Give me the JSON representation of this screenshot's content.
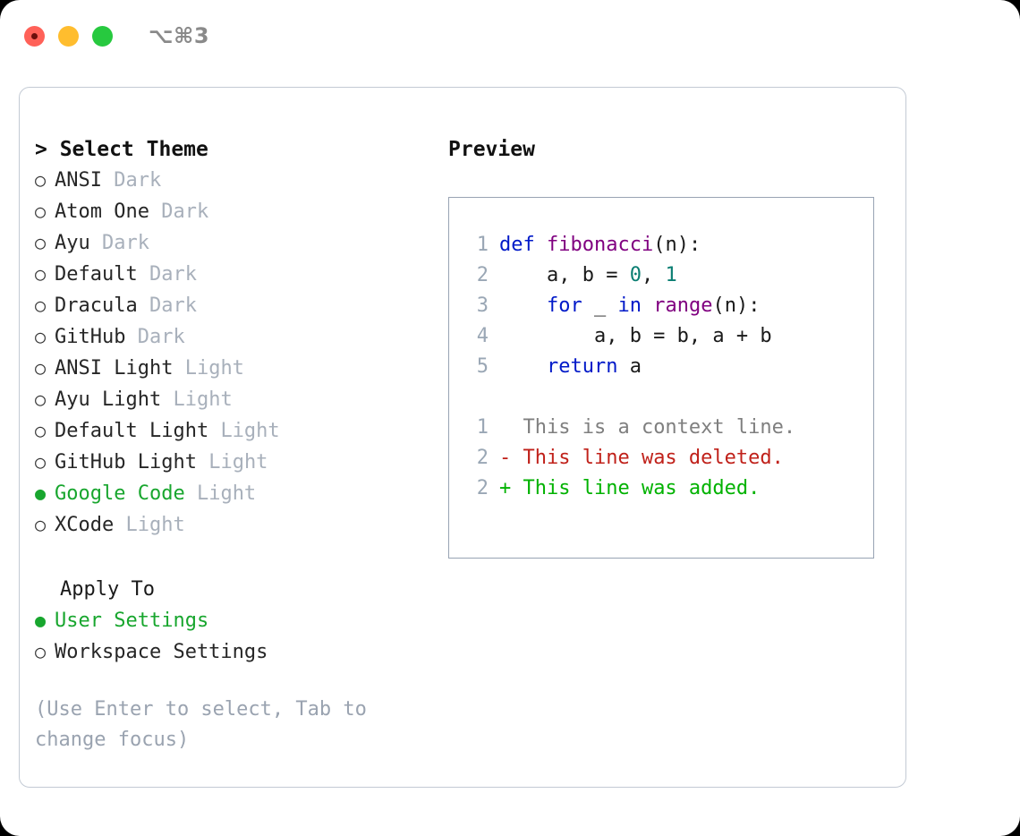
{
  "titlebar": {
    "shortcut": "⌥⌘3",
    "lights": [
      {
        "name": "close",
        "color": "#ff6158"
      },
      {
        "name": "minimize",
        "color": "#ffbd2e"
      },
      {
        "name": "maximize",
        "color": "#27c93f"
      }
    ]
  },
  "theme_picker": {
    "title": "> Select Theme",
    "selected_theme": "Google Code",
    "bullet_selected": "●",
    "bullet_unselected": "○",
    "options": [
      {
        "name": "ANSI",
        "tag": "Dark",
        "selected": false
      },
      {
        "name": "Atom One",
        "tag": "Dark",
        "selected": false
      },
      {
        "name": "Ayu",
        "tag": "Dark",
        "selected": false
      },
      {
        "name": "Default",
        "tag": "Dark",
        "selected": false
      },
      {
        "name": "Dracula",
        "tag": "Dark",
        "selected": false
      },
      {
        "name": "GitHub",
        "tag": "Dark",
        "selected": false
      },
      {
        "name": "ANSI Light",
        "tag": "Light",
        "selected": false
      },
      {
        "name": "Ayu Light",
        "tag": "Light",
        "selected": false
      },
      {
        "name": "Default Light",
        "tag": "Light",
        "selected": false
      },
      {
        "name": "GitHub Light",
        "tag": "Light",
        "selected": false
      },
      {
        "name": "Google Code",
        "tag": "Light",
        "selected": true
      },
      {
        "name": "XCode",
        "tag": "Light",
        "selected": false
      }
    ]
  },
  "apply_to": {
    "title": "Apply To",
    "selected": "User Settings",
    "options": [
      {
        "name": "User Settings",
        "selected": true
      },
      {
        "name": "Workspace Settings",
        "selected": false
      }
    ]
  },
  "hint": "(Use Enter to select, Tab to change focus)",
  "preview": {
    "label": "Preview",
    "code_lines": [
      {
        "no": "1",
        "tokens": [
          {
            "t": "def ",
            "c": "kw"
          },
          {
            "t": "fibonacci",
            "c": "fn"
          },
          {
            "t": "(n):",
            "c": "punc"
          }
        ]
      },
      {
        "no": "2",
        "tokens": [
          {
            "t": "    a, b = ",
            "c": "plain"
          },
          {
            "t": "0",
            "c": "num"
          },
          {
            "t": ", ",
            "c": "plain"
          },
          {
            "t": "1",
            "c": "num"
          }
        ]
      },
      {
        "no": "3",
        "tokens": [
          {
            "t": "    for ",
            "c": "kw"
          },
          {
            "t": "_ ",
            "c": "plain"
          },
          {
            "t": "in ",
            "c": "kw"
          },
          {
            "t": "range",
            "c": "fn"
          },
          {
            "t": "(n):",
            "c": "punc"
          }
        ]
      },
      {
        "no": "4",
        "tokens": [
          {
            "t": "        a, b = b, a + b",
            "c": "plain"
          }
        ]
      },
      {
        "no": "5",
        "tokens": [
          {
            "t": "    return ",
            "c": "kw"
          },
          {
            "t": "a",
            "c": "plain"
          }
        ]
      }
    ],
    "diff_lines": [
      {
        "no": "1",
        "marker": " ",
        "text": " This is a context line.",
        "kind": "ctx"
      },
      {
        "no": "2",
        "marker": "-",
        "text": " This line was deleted.",
        "kind": "del"
      },
      {
        "no": "2",
        "marker": "+",
        "text": " This line was added.",
        "kind": "add"
      }
    ]
  },
  "colors": {
    "accent_green": "#18a62e",
    "diff_add": "#00b200",
    "diff_del": "#c0211a",
    "diff_ctx": "#7f7f7f",
    "keyword": "#0019c8",
    "function": "#800080",
    "number": "#0a7e72",
    "muted": "#a8b0bb",
    "border": "#c3cad4",
    "preview_border": "#98a3b3"
  }
}
